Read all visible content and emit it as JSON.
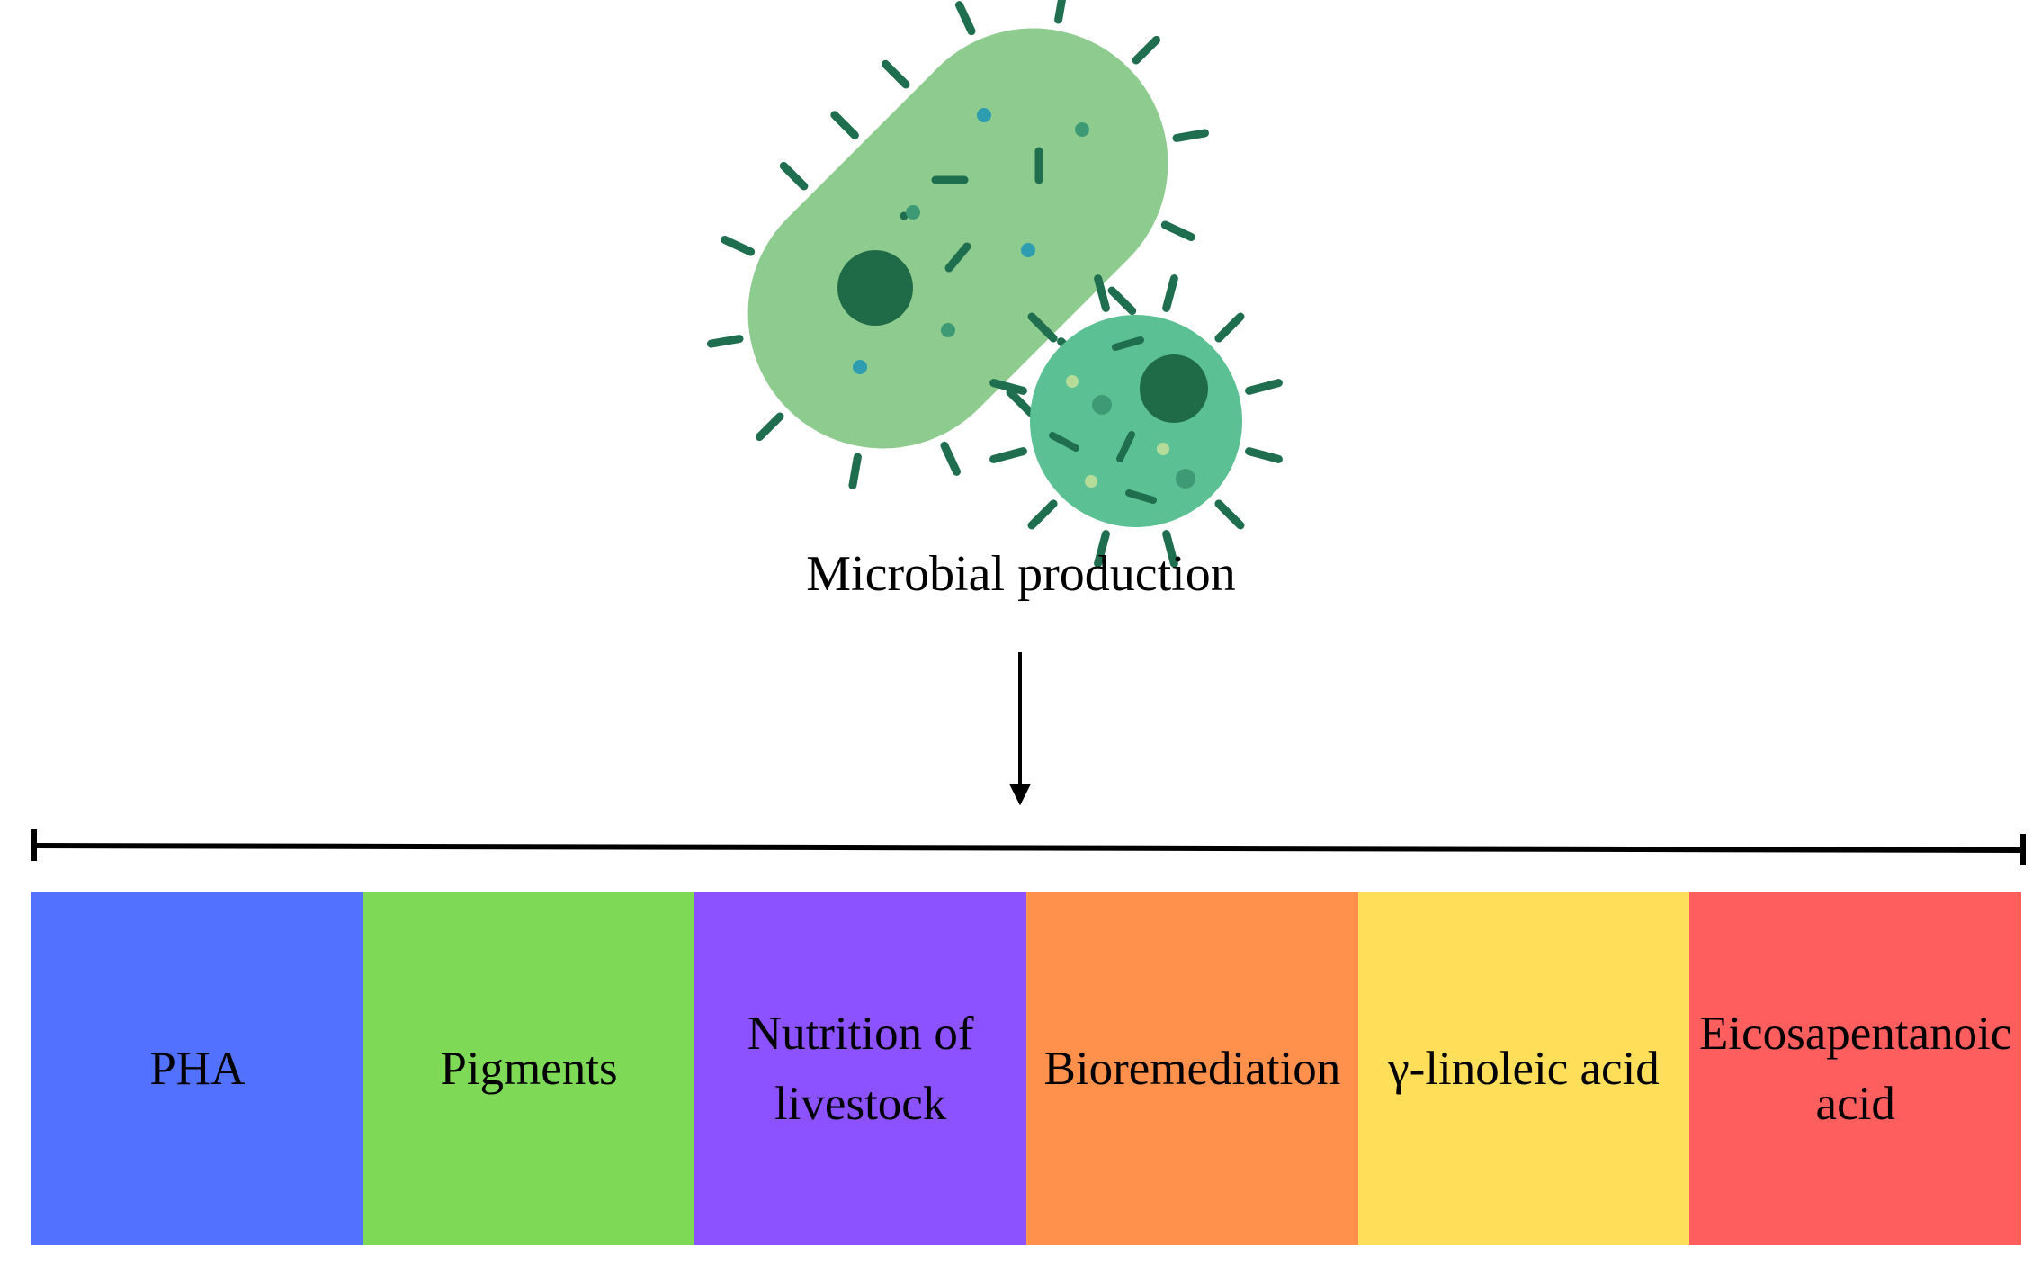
{
  "source": {
    "label": "Microbial production",
    "icon": "bacteria-icon"
  },
  "products": [
    {
      "label": "PHA",
      "color": "#5271FF"
    },
    {
      "label": "Pigments",
      "color": "#7ED957"
    },
    {
      "label": "Nutrition of livestock",
      "color": "#8C52FF"
    },
    {
      "label": "Bioremediation",
      "color": "#FF914D"
    },
    {
      "label": "γ-linoleic acid",
      "color": "#FFDE59"
    },
    {
      "label": "Eicosapentanoic acid",
      "color": "#FF5E5E"
    }
  ],
  "colors": {
    "rod_body": "#8ECB8E",
    "coccus_body": "#5BC093",
    "cilia": "#1F6E4F",
    "nucleus": "#1F6B48",
    "dot_blue": "#2E9DB0",
    "dot_green": "#3E9A74",
    "dot_light": "#B6DC9A",
    "line": "#000000"
  }
}
